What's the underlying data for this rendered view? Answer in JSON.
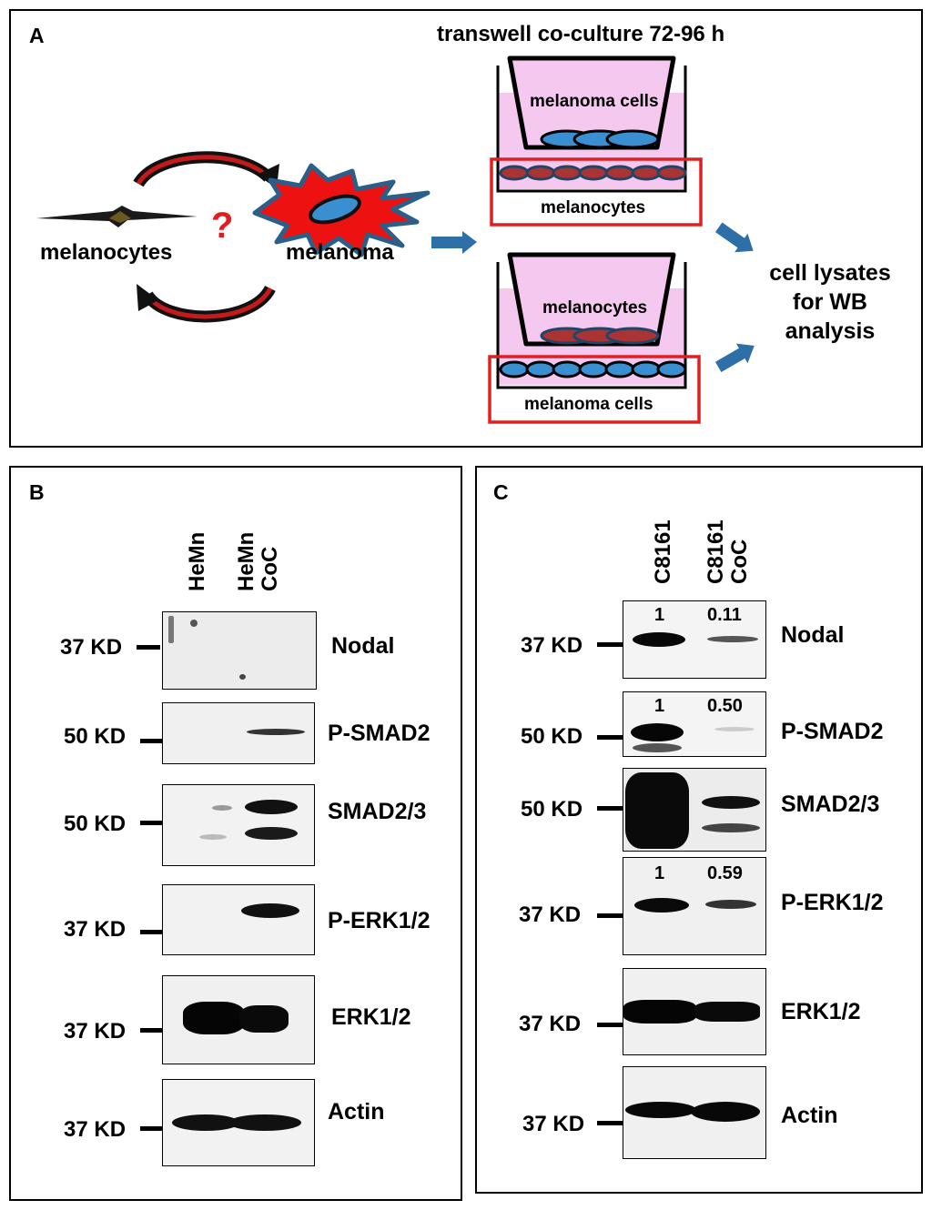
{
  "panel_a": {
    "label": "A",
    "title": "transwell co-culture 72-96 h",
    "left_cell": "melanocytes",
    "right_cell": "melanoma",
    "question": "?",
    "top_insert": "melanoma cells",
    "top_well": "melanocytes",
    "bottom_insert": "melanocytes",
    "bottom_well": "melanoma cells",
    "result_line1": "cell lysates",
    "result_line2": "for WB",
    "result_line3": "analysis",
    "colors": {
      "medium": "#f5c8f0",
      "highlight_box": "#e02020",
      "arrow": "#2e6fa8",
      "curved_arrow": "#c41a1a",
      "melanoma_fill": "#ee1111",
      "nucleus": "#3a8fd0"
    }
  },
  "panel_b": {
    "label": "B",
    "lane1": "HeMn",
    "lane2a": "HeMn",
    "lane2b": "CoC",
    "blots": [
      {
        "marker": "37 KD",
        "protein": "Nodal"
      },
      {
        "marker": "50 KD",
        "protein": "P-SMAD2"
      },
      {
        "marker": "50 KD",
        "protein": "SMAD2/3"
      },
      {
        "marker": "37 KD",
        "protein": "P-ERK1/2"
      },
      {
        "marker": "37 KD",
        "protein": "ERK1/2"
      },
      {
        "marker": "37 KD",
        "protein": "Actin"
      }
    ]
  },
  "panel_c": {
    "label": "C",
    "lane1": "C8161",
    "lane2a": "C8161",
    "lane2b": "CoC",
    "blots": [
      {
        "marker": "37 KD",
        "protein": "Nodal",
        "v1": "1",
        "v2": "0.11"
      },
      {
        "marker": "50 KD",
        "protein": "P-SMAD2",
        "v1": "1",
        "v2": "0.50"
      },
      {
        "marker": "50 KD",
        "protein": "SMAD2/3"
      },
      {
        "marker": "37 KD",
        "protein": "P-ERK1/2",
        "v1": "1",
        "v2": "0.59"
      },
      {
        "marker": "37 KD",
        "protein": "ERK1/2"
      },
      {
        "marker": "37 KD",
        "protein": "Actin"
      }
    ]
  }
}
